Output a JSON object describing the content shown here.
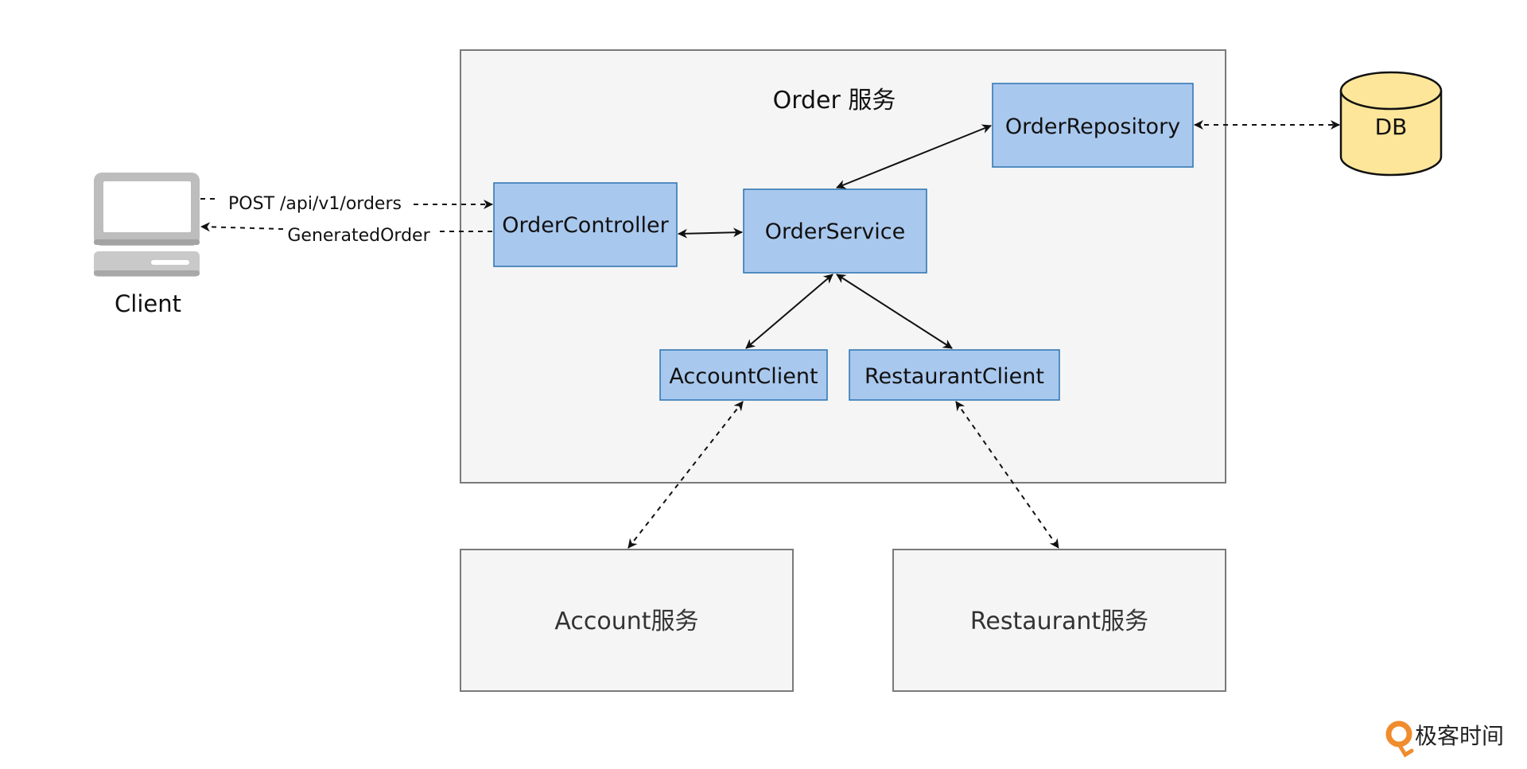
{
  "diagram": {
    "order_service": {
      "title": "Order 服务"
    },
    "components": {
      "order_controller": "OrderController",
      "order_service": "OrderService",
      "order_repository": "OrderRepository",
      "account_client": "AccountClient",
      "restaurant_client": "RestaurantClient"
    },
    "external_services": {
      "account": "Account服务",
      "restaurant": "Restaurant服务"
    },
    "client": {
      "label": "Client",
      "icon": "computer-icon"
    },
    "database": {
      "label": "DB",
      "icon": "database-icon"
    },
    "edges": {
      "request_label": "POST /api/v1/orders",
      "response_label": "GeneratedOrder"
    },
    "colors": {
      "component_fill": "#a9c8ee",
      "component_border": "#2b73b0",
      "container_fill": "#f5f5f5",
      "database_fill": "#fde69a",
      "brand_orange": "#f08c2e"
    }
  },
  "brand": {
    "label": "极客时间",
    "icon": "geektime-logo-icon"
  }
}
